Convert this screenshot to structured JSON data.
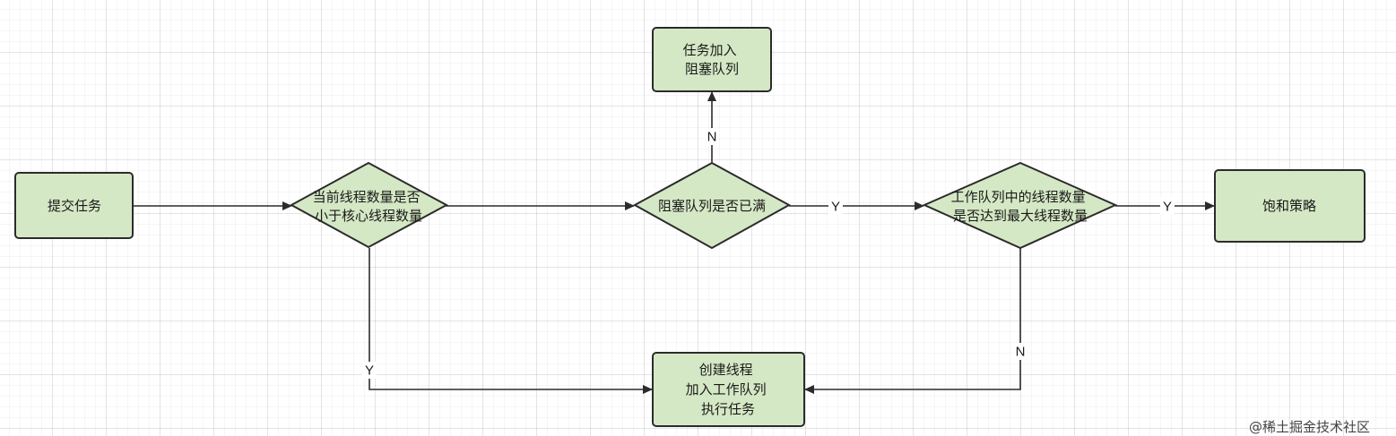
{
  "nodes": {
    "submit": {
      "lines": [
        "提交任务"
      ]
    },
    "check_core": {
      "lines": [
        "当前线程数量是否",
        "小于核心线程数量"
      ]
    },
    "check_queue_full": {
      "lines": [
        "阻塞队列是否已满"
      ]
    },
    "add_to_queue": {
      "lines": [
        "任务加入",
        "阻塞队列"
      ]
    },
    "check_max": {
      "lines": [
        "工作队列中的线程数量",
        "是否达到最大线程数量"
      ]
    },
    "reject_policy": {
      "lines": [
        "饱和策略"
      ]
    },
    "create_thread": {
      "lines": [
        "创建线程",
        "加入工作队列",
        "执行任务"
      ]
    }
  },
  "edges": {
    "queue_full_no": {
      "label": "N"
    },
    "queue_full_yes": {
      "label": "Y"
    },
    "max_yes": {
      "label": "Y"
    },
    "core_yes": {
      "label": "Y"
    },
    "max_no": {
      "label": "N"
    }
  },
  "colors": {
    "node_fill": "#d5e8c5",
    "node_stroke": "#2b2b2b"
  },
  "watermark": "@稀土掘金技术社区"
}
